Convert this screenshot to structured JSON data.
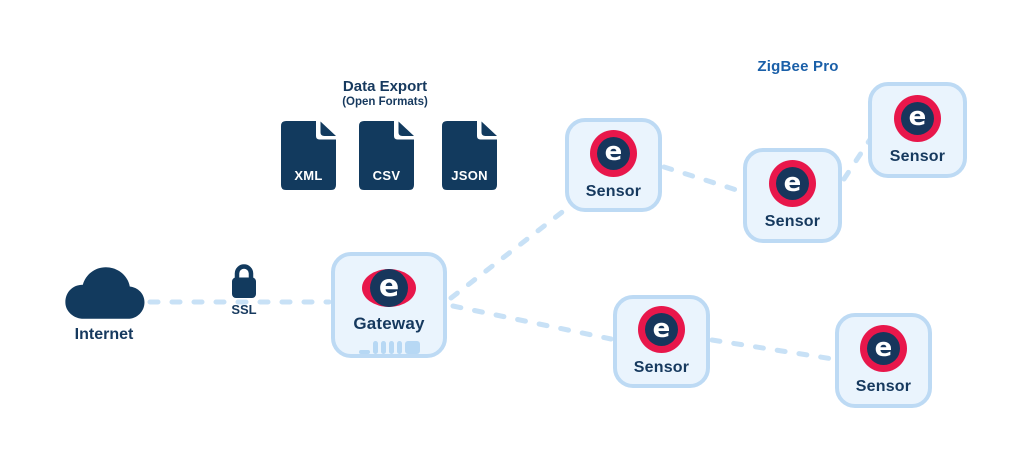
{
  "diagram": {
    "title": "Data Export",
    "subtitle": "(Open Formats)",
    "protocol_label": "ZigBee Pro",
    "internet_label": "Internet",
    "ssl_label": "SSL",
    "gateway_label": "Gateway",
    "sensor_label": "Sensor",
    "logo_letter": "e",
    "file_formats": [
      "XML",
      "CSV",
      "JSON"
    ],
    "colors": {
      "navy": "#123a5e",
      "text_navy": "#16395e",
      "logo_ring_red": "#e8174b",
      "logo_core_navy": "#17365c",
      "node_fill": "#eaf4fd",
      "node_border": "#bddaf4",
      "connection_dash": "#c8e1f6",
      "signal_bars": "#b7d8f4",
      "protocol_blue": "#1a5fa8"
    }
  }
}
